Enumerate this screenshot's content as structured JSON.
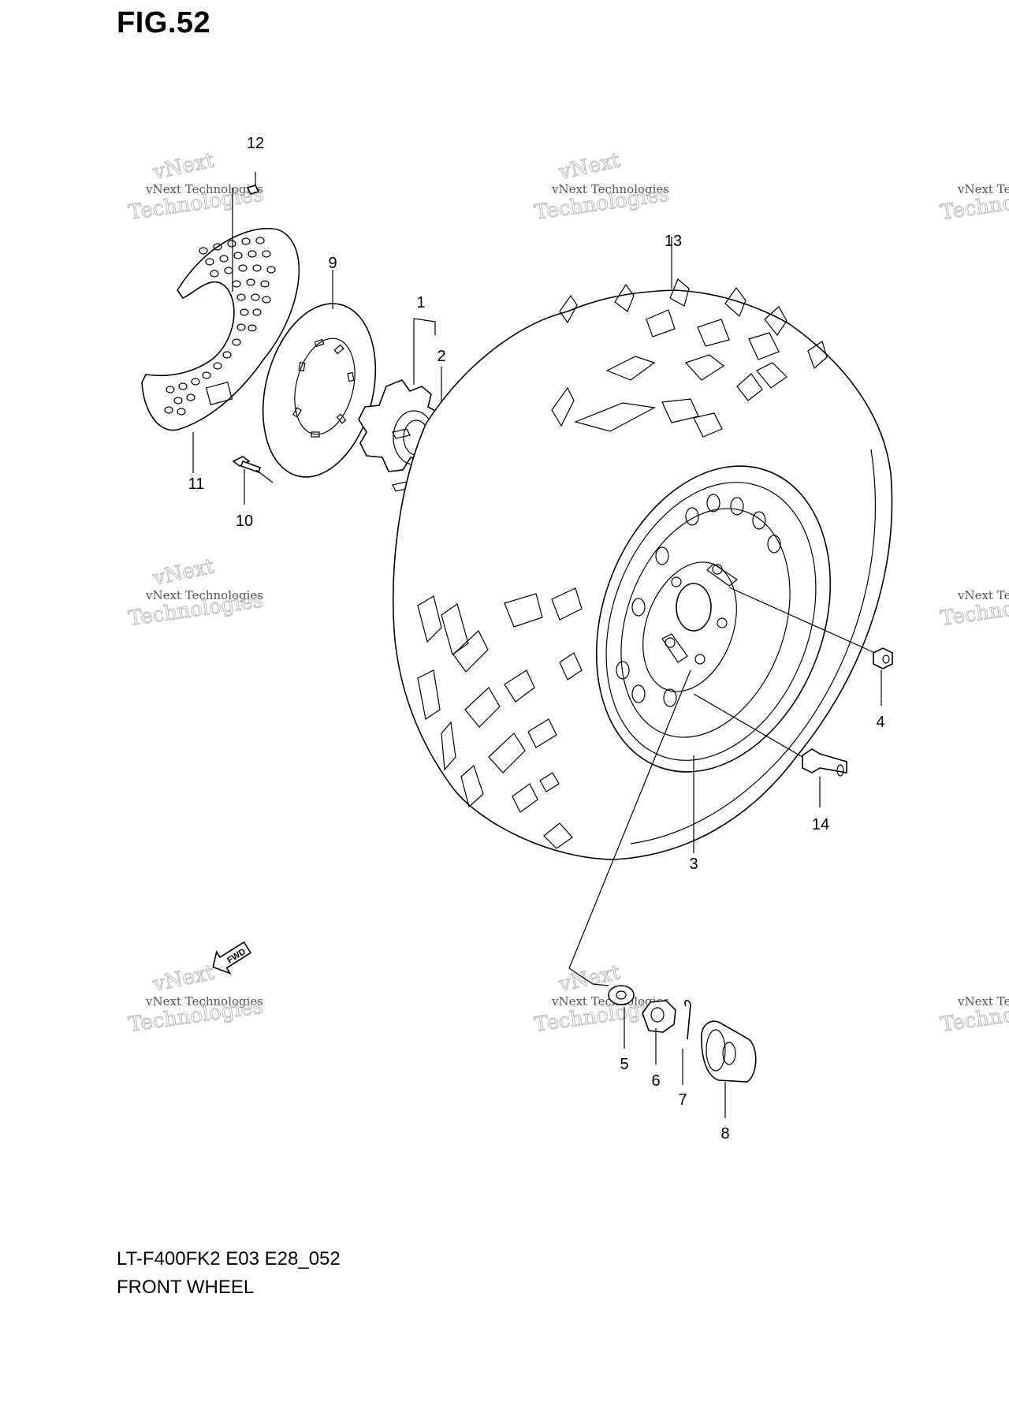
{
  "figure": {
    "title": "FIG.52"
  },
  "caption": {
    "model": "LT-F400FK2 E03 E28_052",
    "name": "FRONT WHEEL"
  },
  "watermark": {
    "line1": "vNext Technologies",
    "line2": "Technologies",
    "line3": "vNext"
  },
  "fwd_arrow": {
    "text": "FWD"
  },
  "callouts": [
    {
      "id": "1",
      "label": "1"
    },
    {
      "id": "2",
      "label": "2"
    },
    {
      "id": "3",
      "label": "3"
    },
    {
      "id": "4",
      "label": "4"
    },
    {
      "id": "5",
      "label": "5"
    },
    {
      "id": "6",
      "label": "6"
    },
    {
      "id": "7",
      "label": "7"
    },
    {
      "id": "8",
      "label": "8"
    },
    {
      "id": "9",
      "label": "9"
    },
    {
      "id": "10",
      "label": "10"
    },
    {
      "id": "11",
      "label": "11"
    },
    {
      "id": "12",
      "label": "12"
    },
    {
      "id": "13",
      "label": "13"
    },
    {
      "id": "14",
      "label": "14"
    }
  ]
}
